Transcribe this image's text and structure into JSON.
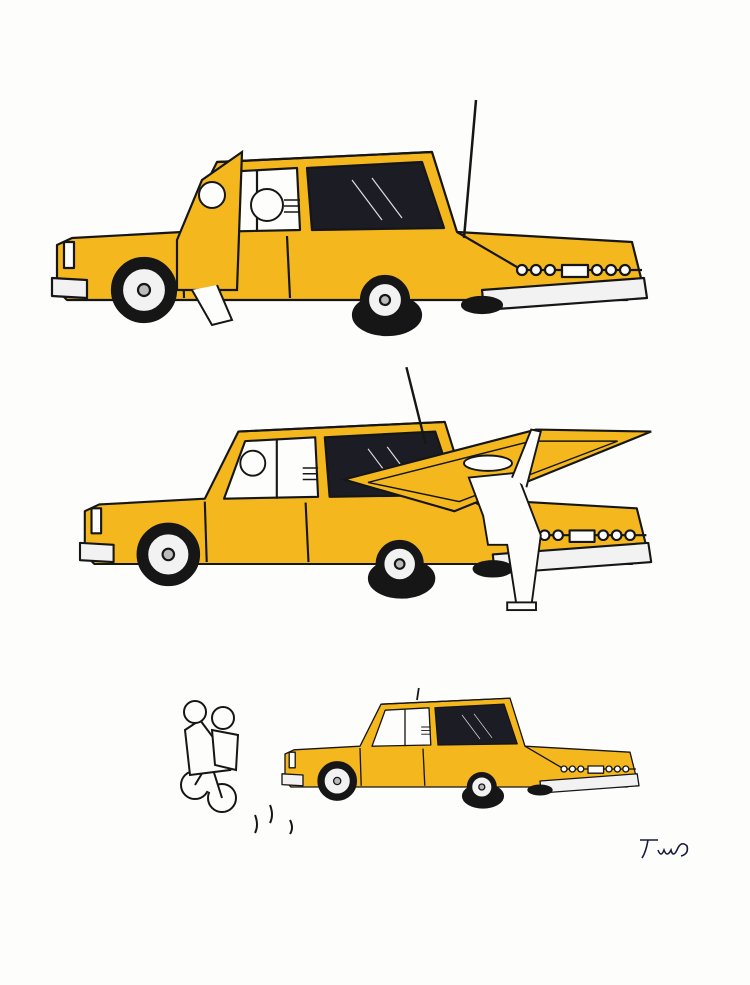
{
  "illustration": {
    "panels": [
      "taxi-with-driver-opening-door",
      "chauffeur-opening-trunk",
      "couple-on-bicycle-leaving-taxi"
    ],
    "colors": {
      "car_yellow": "#f4b81e",
      "ink": "#161616",
      "glass": "#1c1c24",
      "paper": "#fdfdfb",
      "chrome": "#f2f2f2"
    },
    "signature_text": "Timo"
  }
}
